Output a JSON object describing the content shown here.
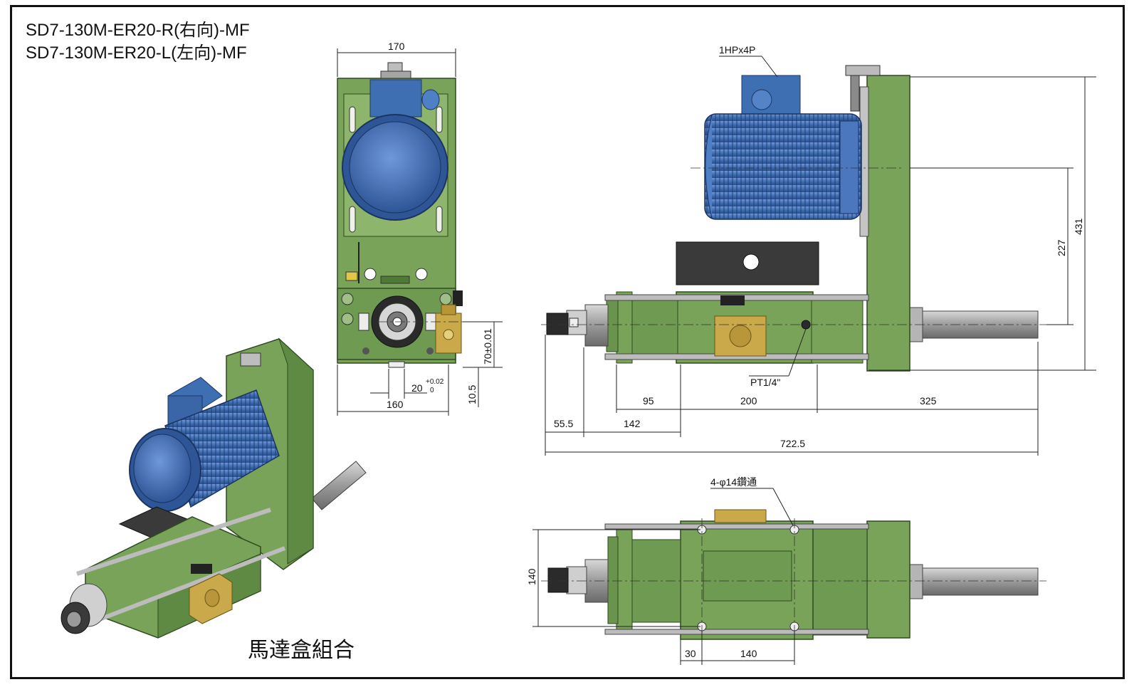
{
  "titles": {
    "right_model": "SD7-130M-ER20-R(右向)-MF",
    "left_model": "SD7-130M-ER20-L(左向)-MF"
  },
  "caption": "馬達盒組合",
  "front_view": {
    "dim_top": "170",
    "dim_bottom": "160",
    "dim_key": "20",
    "dim_key_tol_upper": "+0.02",
    "dim_key_tol_lower": "0",
    "dim_height": "70±0.01",
    "dim_offset": "10.5"
  },
  "side_view": {
    "motor_label": "1HPx4P",
    "port_label": "PT1/4\"",
    "dim_431": "431",
    "dim_227": "227",
    "dim_95": "95",
    "dim_200": "200",
    "dim_325": "325",
    "dim_55_5": "55.5",
    "dim_142": "142",
    "dim_722_5": "722.5"
  },
  "top_view": {
    "hole_label": "4-φ14鑽通",
    "dim_140_v": "140",
    "dim_30": "30",
    "dim_140_h": "140"
  },
  "colors": {
    "body_green": "#7aa35a",
    "dark_green": "#4f7a35",
    "motor_blue": "#3f6fb3",
    "brass": "#c9a94a",
    "shaft_gray": "#9a9a9a",
    "plate_dark": "#3a3a3a"
  }
}
